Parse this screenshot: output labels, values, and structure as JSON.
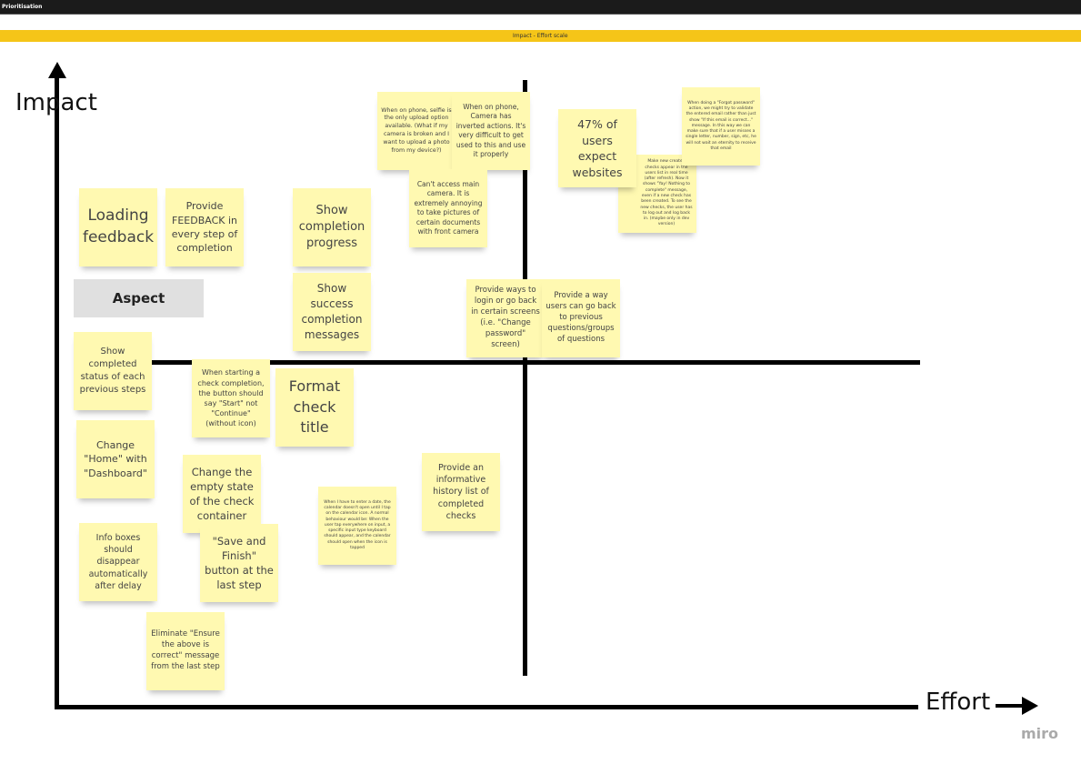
{
  "header": {
    "title": "Prioritisation"
  },
  "frame": {
    "title": "Impact - Effort scale"
  },
  "axes": {
    "y_label": "Impact",
    "x_label": "Effort"
  },
  "aspect_label": "Aspect",
  "notes": [
    "Loading feedback",
    "Provide FEEDBACK in every step of completion",
    "Show completion progress",
    "Show success completion messages",
    "Show completed status of each previous steps",
    "When starting a check completion, the button should say \"Start\" not \"Continue\" (without icon)",
    "Format check title",
    "Change \"Home\" with \"Dashboard\"",
    "Change the empty state of the check container",
    "Info boxes should disappear automatically after delay",
    "\"Save and Finish\" button at the last step",
    "Eliminate \"Ensure the above is correct\" message from the last step",
    "When I have to enter a date, the calendar doesn't open until I tap on the calendar icon. A normal behaviour would be: When the user tap everywhere on input, a specific input type keyboard should appear, and the calendar should open when the icon is tapped",
    "Provide an informative history list of completed checks",
    "Provide ways to login or go back in certain screens (i.e. \"Change password\" screen)",
    "Provide a way users can go back to previous questions/groups of questions",
    "When on phone, selfie is the only upload option available. (What if my camera is broken and I want to upload a photo from my device?)",
    "When on phone, Camera has inverted actions. It's very difficult to get used to this and use it properly",
    "Can't access main camera. It is extremely annoying to take pictures of certain documents with front camera",
    "Make new created checks appear in the users list in real time (after refresh). Now it shows \"Yay! Nothing to complete\" message, even if a new check has been created. To see the new checks, the user has to log out and log back in. (maybe only in dev version)",
    "47% of users expect websites",
    "When doing a \"Forgot password\" action, we might try to validate the entered email rather than just show \"If this email is correct...\" message. In this way we can make sure that if a user misses a single letter, number, sign, etc, he will not wait an eternity to receive that email"
  ],
  "colors": {
    "sticky": "#fff9b1",
    "frame": "#f5c518",
    "topbar": "#1b1b1b"
  },
  "branding": "miro"
}
